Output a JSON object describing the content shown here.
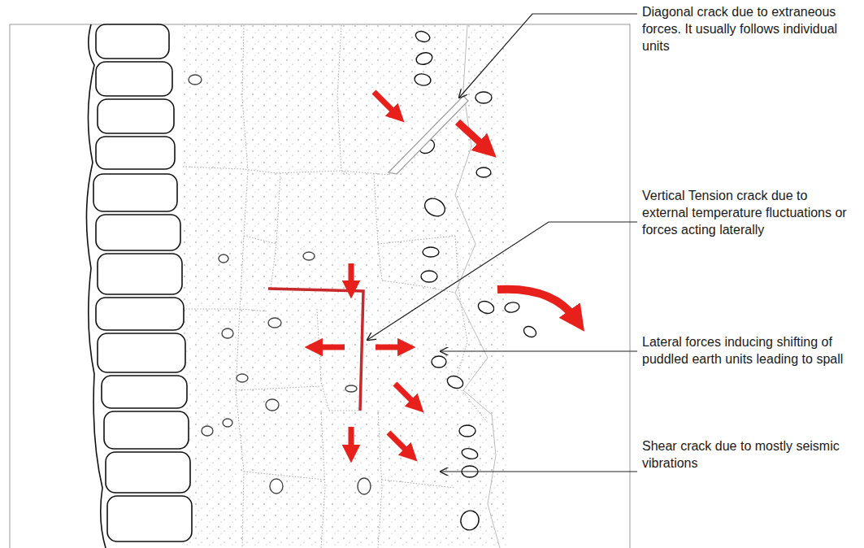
{
  "diagram": {
    "labels": [
      "Diagonal crack due to extraneous forces. It usually follows individual units",
      "Vertical Tension crack due to external temperature fluctuations or forces acting laterally",
      "Lateral forces inducing shifting of puddled earth units leading to spall",
      "Shear crack due to mostly seismic vibrations"
    ]
  }
}
